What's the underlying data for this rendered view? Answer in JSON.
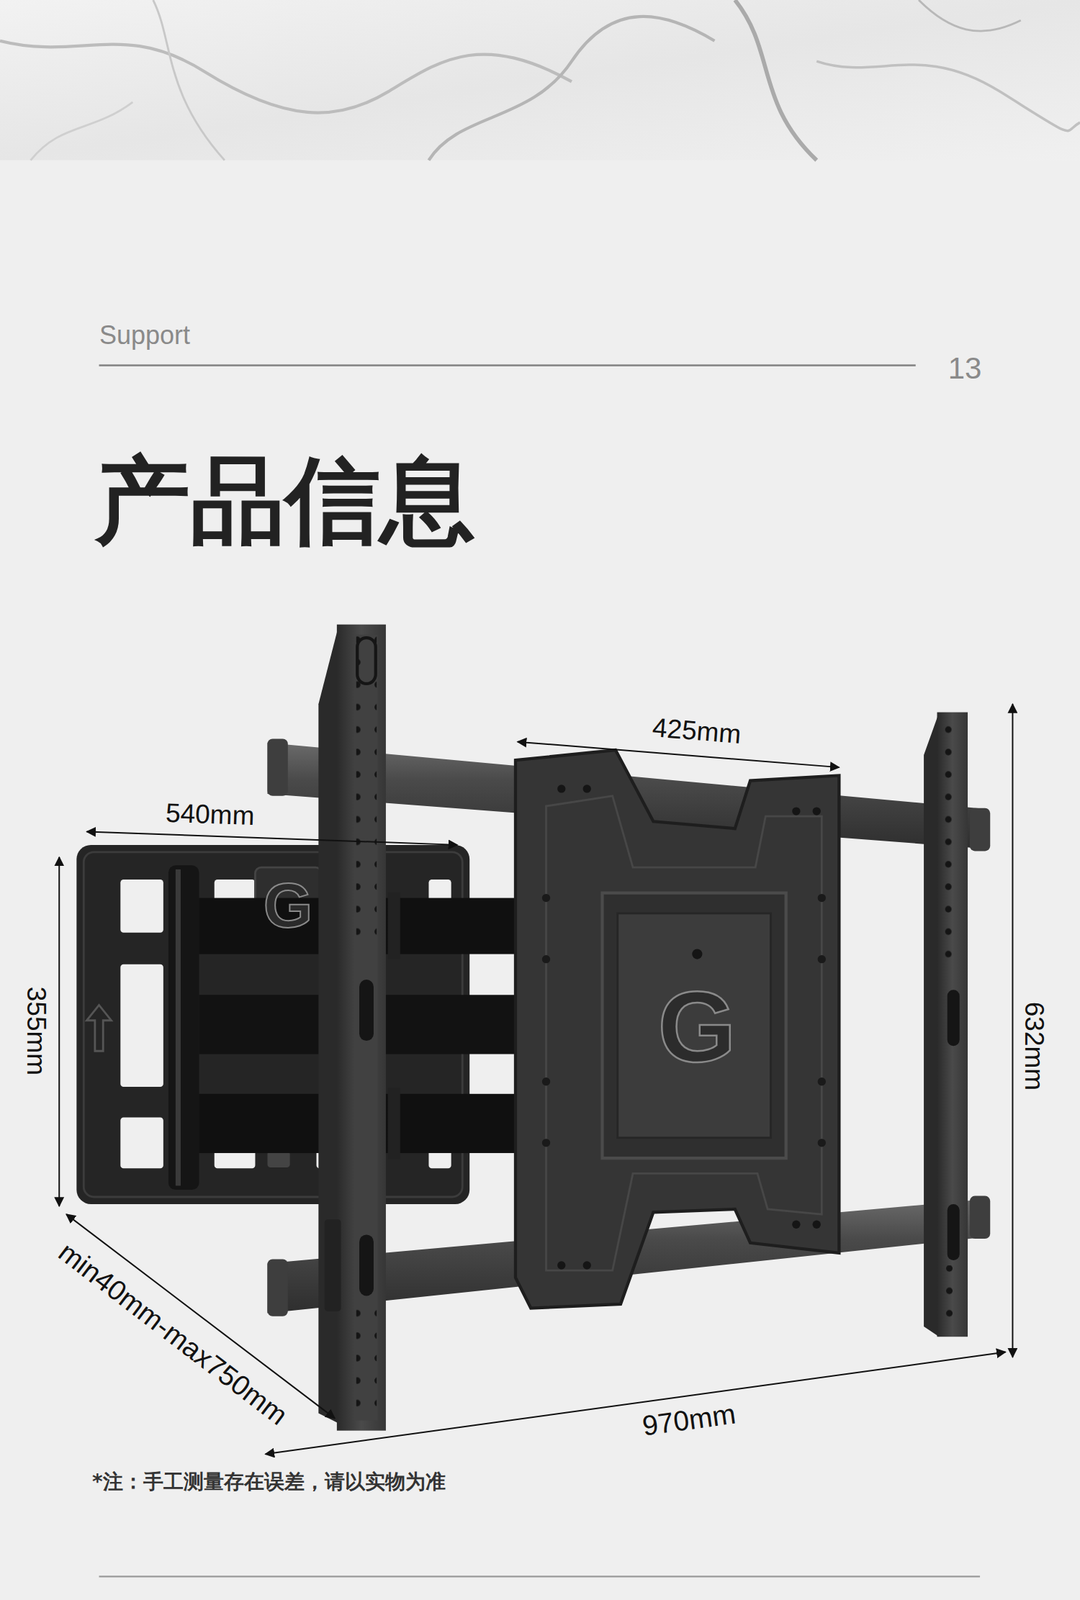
{
  "diagram": {
    "title": "产品信息",
    "labels": [
      "Support",
      "13",
      "425mm",
      "540mm",
      "G",
      "355mm",
      "G",
      "632mm",
      "min40mm-max750mm",
      "970mm",
      "*注：手工测量存在误差，请以实物为准"
    ]
  }
}
